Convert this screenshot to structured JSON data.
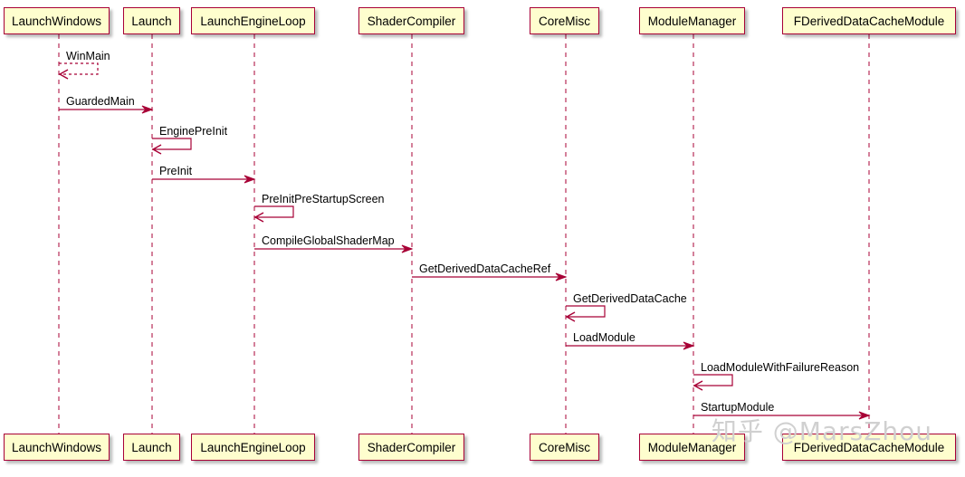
{
  "participants": [
    {
      "id": "lw",
      "name": "LaunchWindows"
    },
    {
      "id": "la",
      "name": "Launch"
    },
    {
      "id": "lel",
      "name": "LaunchEngineLoop"
    },
    {
      "id": "sc",
      "name": "ShaderCompiler"
    },
    {
      "id": "cm",
      "name": "CoreMisc"
    },
    {
      "id": "mm",
      "name": "ModuleManager"
    },
    {
      "id": "fd",
      "name": "FDerivedDataCacheModule"
    }
  ],
  "messages": [
    {
      "from": "lw",
      "to": "lw",
      "label": "WinMain",
      "style": "dashed"
    },
    {
      "from": "lw",
      "to": "la",
      "label": "GuardedMain",
      "style": "solid"
    },
    {
      "from": "la",
      "to": "la",
      "label": "EnginePreInit",
      "style": "solid"
    },
    {
      "from": "la",
      "to": "lel",
      "label": "PreInit",
      "style": "solid"
    },
    {
      "from": "lel",
      "to": "lel",
      "label": "PreInitPreStartupScreen",
      "style": "solid"
    },
    {
      "from": "lel",
      "to": "sc",
      "label": "CompileGlobalShaderMap",
      "style": "solid"
    },
    {
      "from": "sc",
      "to": "cm",
      "label": "GetDerivedDataCacheRef",
      "style": "solid"
    },
    {
      "from": "cm",
      "to": "cm",
      "label": "GetDerivedDataCache",
      "style": "solid"
    },
    {
      "from": "cm",
      "to": "mm",
      "label": "LoadModule",
      "style": "solid"
    },
    {
      "from": "mm",
      "to": "mm",
      "label": "LoadModuleWithFailureReason",
      "style": "solid"
    },
    {
      "from": "mm",
      "to": "fd",
      "label": "StartupModule",
      "style": "solid"
    }
  ],
  "watermark": "知乎 @MarsZhou",
  "colors": {
    "line": "#A80036",
    "box_fill": "#FEFECE",
    "border": "#A80036"
  }
}
